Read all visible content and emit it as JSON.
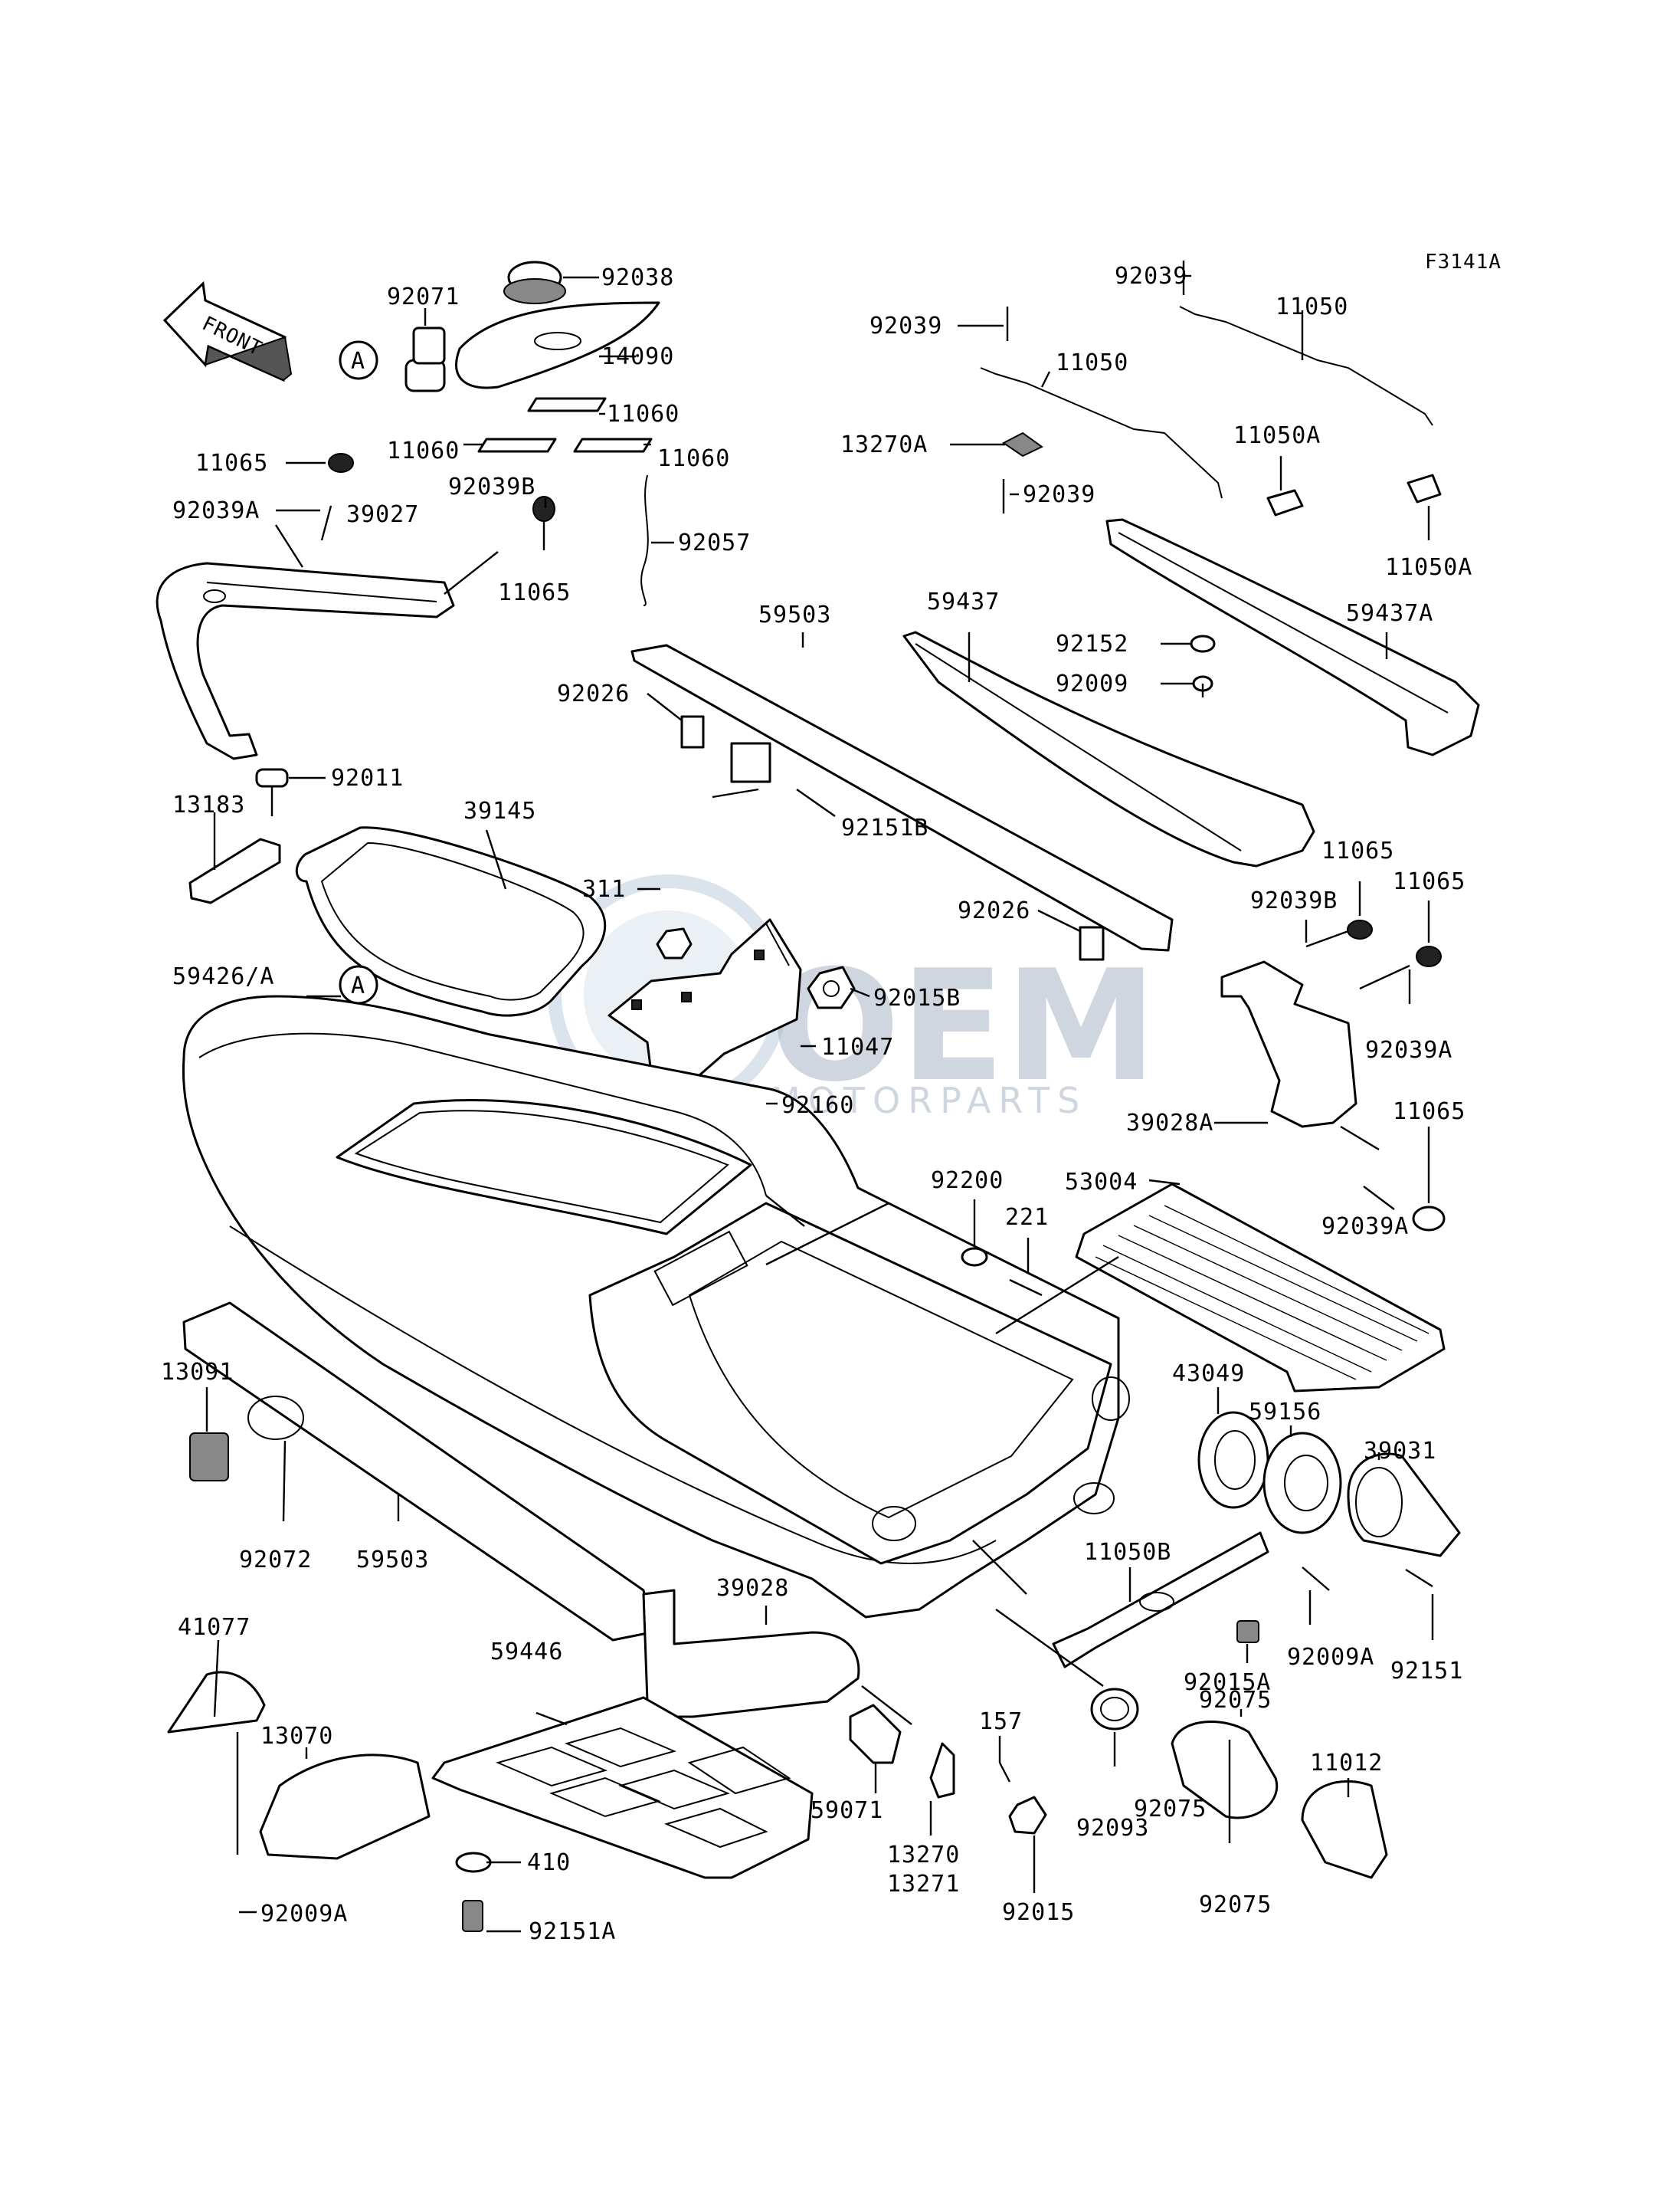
{
  "diagram_code": "F3141A",
  "front_arrow": {
    "label": "FRONT"
  },
  "reference_marks": [
    "A",
    "A"
  ],
  "watermark": {
    "brand": "OEM",
    "sub": "MOTORPARTS"
  },
  "part_labels": [
    "92071",
    "92038",
    "14090",
    "11060",
    "11060",
    "11060",
    "11065",
    "92039A",
    "92039B",
    "39027",
    "11065",
    "92057",
    "92039",
    "92039",
    "11050",
    "11050",
    "13270A",
    "92039",
    "11050A",
    "11050A",
    "59503",
    "59437",
    "92152",
    "59437A",
    "92009",
    "92026",
    "92151B",
    "13183",
    "92011",
    "39145",
    "311",
    "92026",
    "92015B",
    "11047",
    "92160",
    "59426/A",
    "11065",
    "92039B",
    "11065",
    "92039A",
    "39028A",
    "11065",
    "92039A",
    "92200",
    "221",
    "53004",
    "43049",
    "59156",
    "39031",
    "13091",
    "92072",
    "59503",
    "39028",
    "11050B",
    "92015A",
    "92009A",
    "92151",
    "41077",
    "59446",
    "13070",
    "59071",
    "157",
    "92075",
    "11012",
    "92075",
    "92075",
    "410",
    "13270",
    "13271",
    "92093",
    "92015",
    "92009A",
    "92151A"
  ]
}
